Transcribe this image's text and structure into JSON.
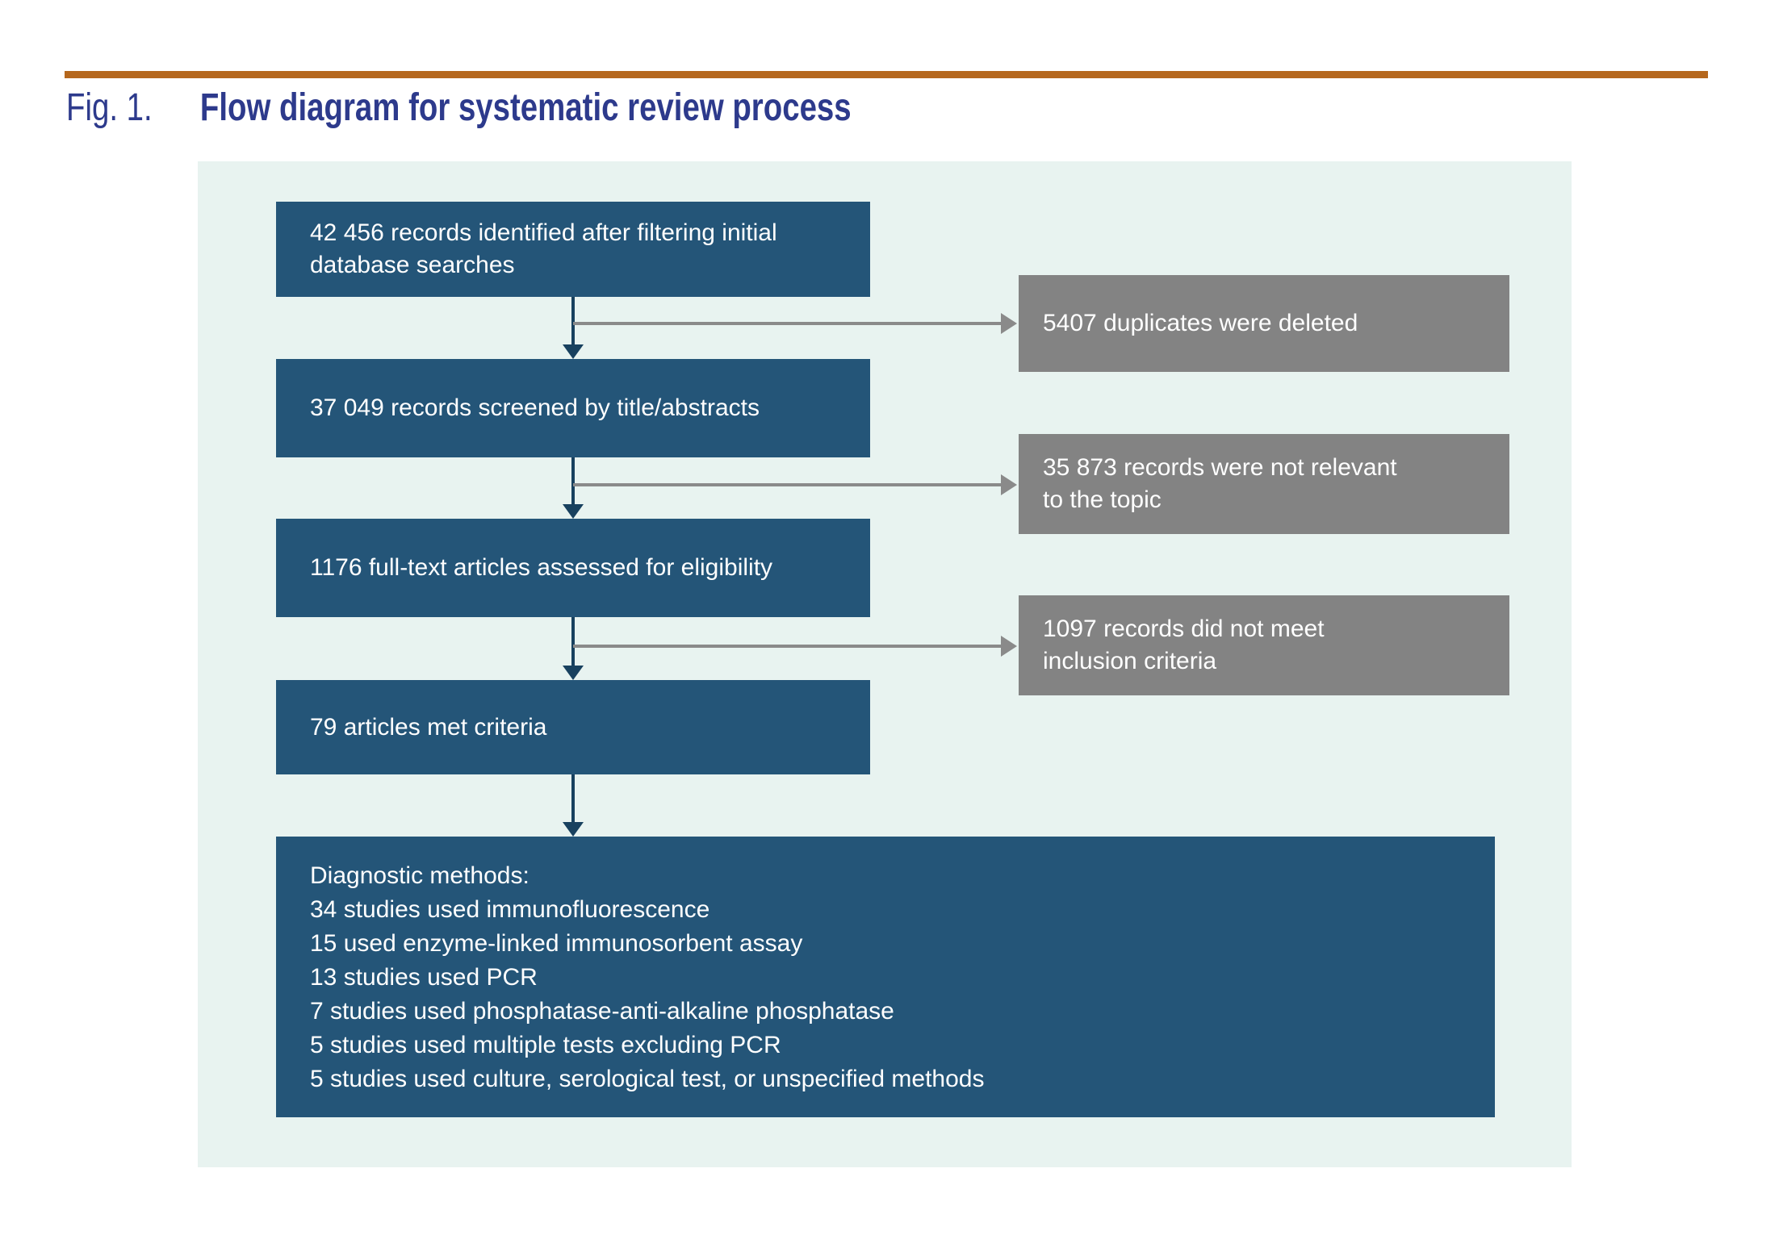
{
  "figure": {
    "label": "Fig. 1.",
    "title": "Flow diagram for systematic review process"
  },
  "colors": {
    "accent_rule": "#b5671d",
    "heading_navy": "#2d3a8c",
    "process_box_blue": "#245578",
    "exclusion_box_gray": "#838383",
    "panel_background": "#e8f3f0",
    "arrow_dark": "#18415f",
    "arrow_gray": "#8a8a8a",
    "box_text": "#ffffff"
  },
  "flow": {
    "main_boxes": [
      {
        "text": "42 456 records identified after filtering initial database searches"
      },
      {
        "text": "37 049 records screened by title/abstracts"
      },
      {
        "text": "1176 full-text articles assessed for eligibility"
      },
      {
        "text": "79 articles met criteria"
      }
    ],
    "side_boxes": [
      {
        "text": "5407 duplicates were deleted"
      },
      {
        "text": "35 873 records were not relevant to the topic"
      },
      {
        "text": "1097 records did not meet inclusion criteria"
      }
    ],
    "final_box": {
      "lines": [
        "Diagnostic methods:",
        "34 studies used immunofluorescence",
        "15 used enzyme-linked immunosorbent assay",
        "13 studies used PCR",
        "7 studies used phosphatase-anti-alkaline phosphatase",
        "5 studies used multiple tests excluding PCR",
        "5 studies used culture, serological test, or unspecified methods"
      ]
    }
  }
}
